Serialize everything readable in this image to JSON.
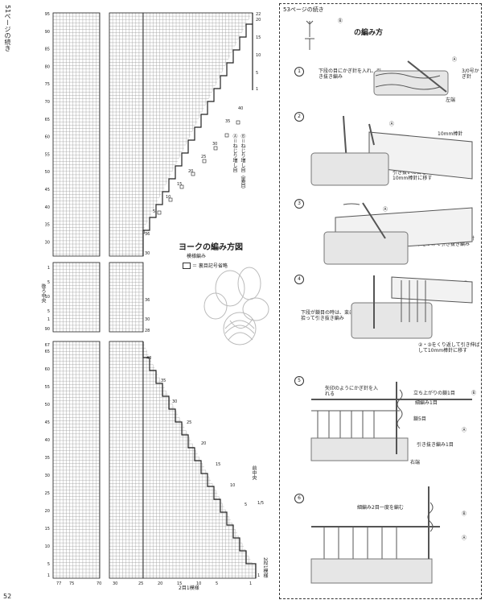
{
  "page": {
    "left_page_note": "51ページの続き",
    "left_page_number": "52"
  },
  "chart": {
    "title": "ヨークの編み方図",
    "subtitle": "模様編み",
    "legend_text": "＝ 裏目記号省略",
    "legend_box_symbol": "□",
    "legend_minus_symbol": "－",
    "side_labels": {
      "back_center": "後ろ中央",
      "front_center": "前中央",
      "bottom_stitch": "2目1模様",
      "right_rows": "2段1模様",
      "increase_note": "ねじり増し目"
    },
    "increase_symbols": [
      "Ⓐ＝ねじり増し目",
      "Ⓑ＝ねじり増し目（裏目）"
    ],
    "left_numbers_upper": [
      "95",
      "90",
      "85",
      "80",
      "75",
      "70",
      "65",
      "60",
      "55",
      "50",
      "45",
      "40",
      "35",
      "30"
    ],
    "left_numbers_middle": [
      "1",
      "5",
      "10",
      "5",
      "1",
      "90"
    ],
    "left_numbers_lower": [
      "67",
      "65",
      "60",
      "55",
      "50",
      "45",
      "40",
      "35",
      "30",
      "25",
      "20",
      "15",
      "10",
      "5",
      "1"
    ],
    "right_numbers_upper": [
      "22",
      "20",
      "15",
      "10",
      "5",
      "1"
    ],
    "upper_diag_numbers": [
      "40",
      "35",
      "30",
      "25",
      "20",
      "15",
      "10",
      "5",
      "1"
    ],
    "upper_low_numbers": [
      "36",
      "30"
    ],
    "middle_numbers": [
      "36",
      "30",
      "28"
    ],
    "lower_diag_numbers": [
      "40",
      "35",
      "30",
      "25",
      "20",
      "15",
      "10",
      "5"
    ],
    "right_numbers_lower": [
      "1/5",
      "1"
    ],
    "bottom_numbers": [
      "77",
      "75",
      "70",
      "30",
      "25",
      "20",
      "15",
      "10",
      "5",
      "1"
    ]
  },
  "instructions": {
    "header": "53ページの続き",
    "symbol_note": "Ⓑ",
    "technique_title": "の編み方",
    "steps": [
      {
        "num": "1",
        "text": "下段の目にかぎ針を入れ、引き抜き編み",
        "label_a": "Ⓐ",
        "label_hook": "3/0号かぎ針",
        "label_left": "左端"
      },
      {
        "num": "2",
        "text": "引き抜いた目を引き伸ばし、10mm棒針に移す",
        "label_a": "Ⓐ",
        "label_needle": "10mm棒針"
      },
      {
        "num": "3",
        "text": "下段の目にかぎ針を入れ、針に糸をかけて引き抜き編み",
        "label_a": "Ⓐ"
      },
      {
        "num": "4",
        "text": "下段が鎖目の時は、束に拾って引き抜き編み",
        "text2": "②・③をくり返して引き伸ばして10mm棒針に移す",
        "label_a": "Ⓐ"
      },
      {
        "num": "5",
        "text": "矢印のようにかぎ針を入れる",
        "label_chain": "鎖5目",
        "label_rise": "立ち上がりの鎖1目",
        "label_sc": "細編み1目",
        "label_slip": "引き抜き編み1目",
        "label_right": "右端",
        "label_a": "Ⓐ",
        "label_b": "Ⓑ"
      },
      {
        "num": "6",
        "text": "細編み2目一度を編む",
        "label_a": "Ⓐ",
        "label_b": "Ⓑ"
      }
    ]
  },
  "colors": {
    "ink": "#222222",
    "grid": "#9a9a9a",
    "yarn": "#cfcfcf"
  }
}
